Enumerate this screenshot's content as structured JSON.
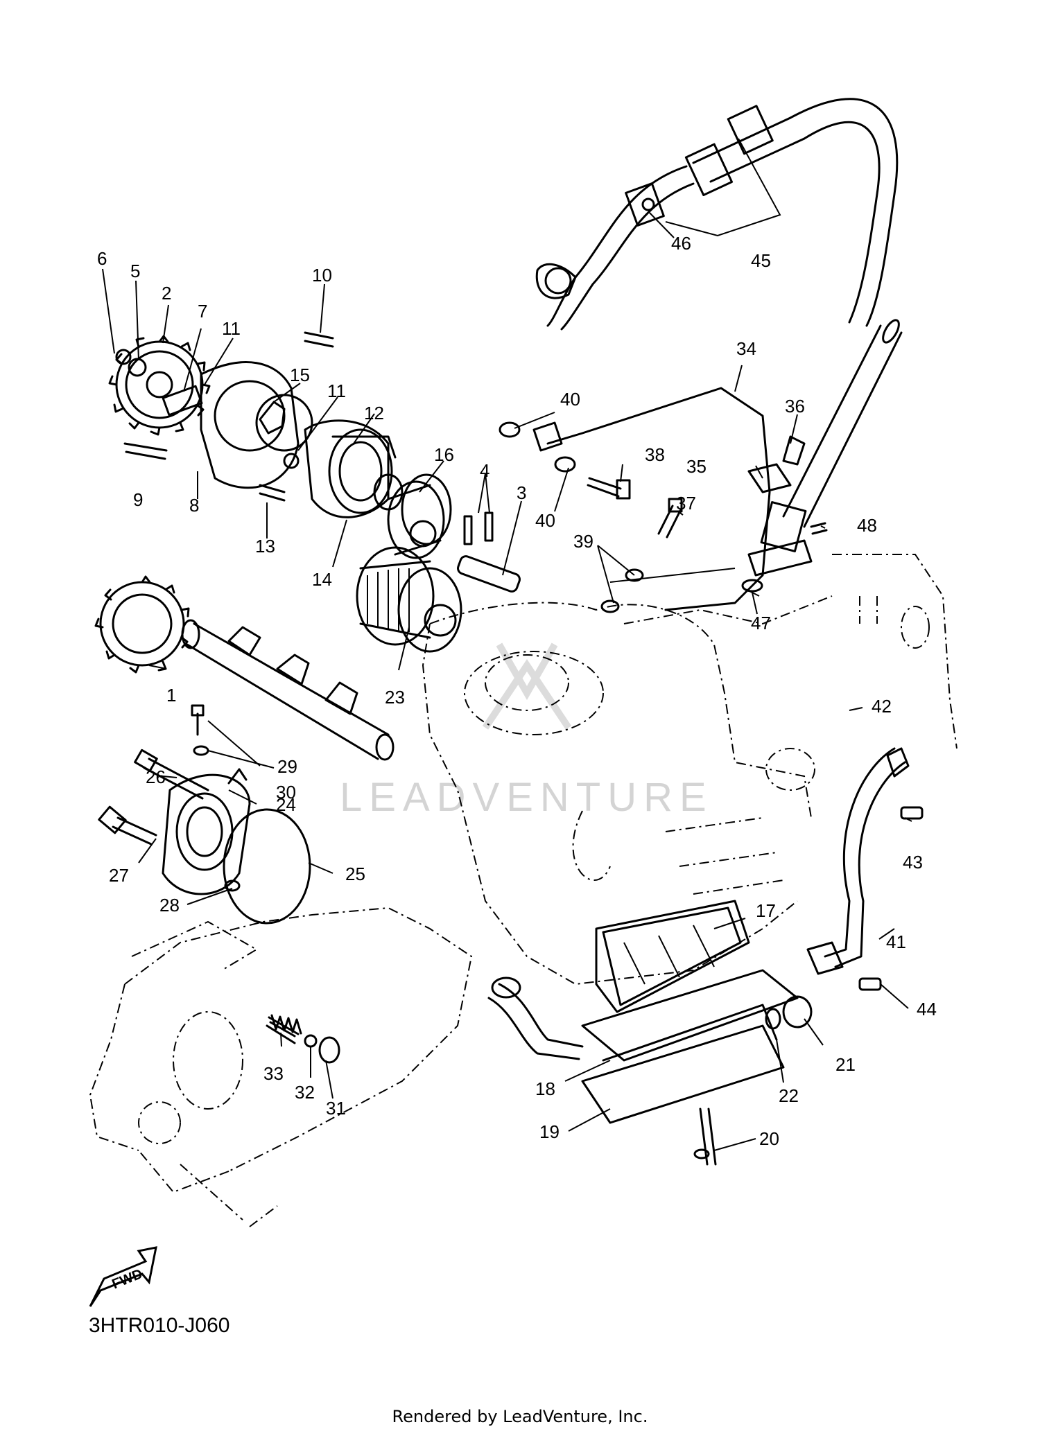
{
  "diagram": {
    "part_code": "3HTR010-J060",
    "credit": "Rendered by LeadVenture, Inc.",
    "watermark": "LEADVENTURE",
    "fwd_label": "FWD",
    "callouts": [
      "1",
      "2",
      "3",
      "4",
      "5",
      "6",
      "7",
      "8",
      "9",
      "10",
      "11",
      "11",
      "12",
      "13",
      "14",
      "15",
      "16",
      "17",
      "18",
      "19",
      "20",
      "21",
      "22",
      "23",
      "24",
      "25",
      "26",
      "27",
      "28",
      "29",
      "30",
      "31",
      "32",
      "33",
      "34",
      "35",
      "36",
      "37",
      "38",
      "39",
      "40",
      "40",
      "41",
      "42",
      "43",
      "44",
      "45",
      "46",
      "47",
      "48"
    ]
  }
}
